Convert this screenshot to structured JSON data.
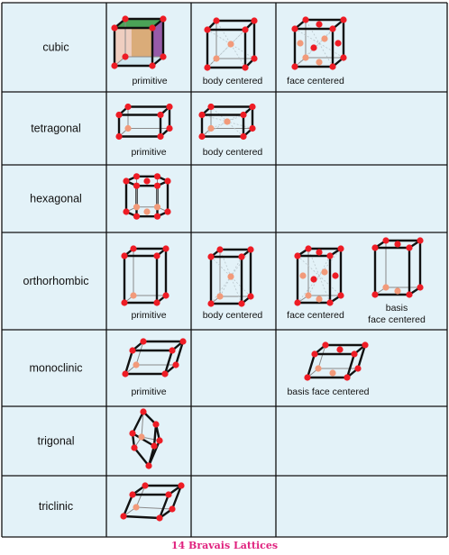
{
  "caption": "14 Bravais Lattices",
  "colors": {
    "cell_background": "#e3f2f8",
    "edge": "#111111",
    "corner_atom": "#ee1c25",
    "inner_atom": "#f29a7a",
    "caption": "#e0237f",
    "face_top": "#3a9a45",
    "face_side": "#8e4aa0",
    "face_front": "#d8a46a"
  },
  "rows": [
    {
      "name": "cubic",
      "cells": [
        {
          "label": "primitive",
          "lattice": "cubic-primitive"
        },
        {
          "label": "body centered",
          "lattice": "cubic-body-centered"
        },
        {
          "label": "face centered",
          "lattice": "cubic-face-centered"
        },
        {
          "label": "",
          "lattice": ""
        }
      ]
    },
    {
      "name": "tetragonal",
      "cells": [
        {
          "label": "primitive",
          "lattice": "tetragonal-primitive"
        },
        {
          "label": "body centered",
          "lattice": "tetragonal-body-centered"
        },
        {
          "label": "",
          "lattice": ""
        },
        {
          "label": "",
          "lattice": ""
        }
      ]
    },
    {
      "name": "hexagonal",
      "cells": [
        {
          "label": "",
          "lattice": "hexagonal"
        },
        {
          "label": "",
          "lattice": ""
        },
        {
          "label": "",
          "lattice": ""
        },
        {
          "label": "",
          "lattice": ""
        }
      ]
    },
    {
      "name": "orthorhombic",
      "cells": [
        {
          "label": "primitive",
          "lattice": "orthorhombic-primitive"
        },
        {
          "label": "body centered",
          "lattice": "orthorhombic-body-centered"
        },
        {
          "label": "face centered",
          "lattice": "orthorhombic-face-centered"
        },
        {
          "label": "basis\nface centered",
          "lattice": "orthorhombic-basis-face-centered"
        }
      ]
    },
    {
      "name": "monoclinic",
      "cells": [
        {
          "label": "primitive",
          "lattice": "monoclinic-primitive"
        },
        {
          "label": "",
          "lattice": ""
        },
        {
          "label": "basis face centered",
          "lattice": "monoclinic-basis-face-centered"
        },
        {
          "label": "",
          "lattice": ""
        }
      ]
    },
    {
      "name": "trigonal",
      "cells": [
        {
          "label": "",
          "lattice": "trigonal"
        },
        {
          "label": "",
          "lattice": ""
        },
        {
          "label": "",
          "lattice": ""
        },
        {
          "label": "",
          "lattice": ""
        }
      ]
    },
    {
      "name": "triclinic",
      "cells": [
        {
          "label": "",
          "lattice": "triclinic"
        },
        {
          "label": "",
          "lattice": ""
        },
        {
          "label": "",
          "lattice": ""
        },
        {
          "label": "",
          "lattice": ""
        }
      ]
    }
  ]
}
